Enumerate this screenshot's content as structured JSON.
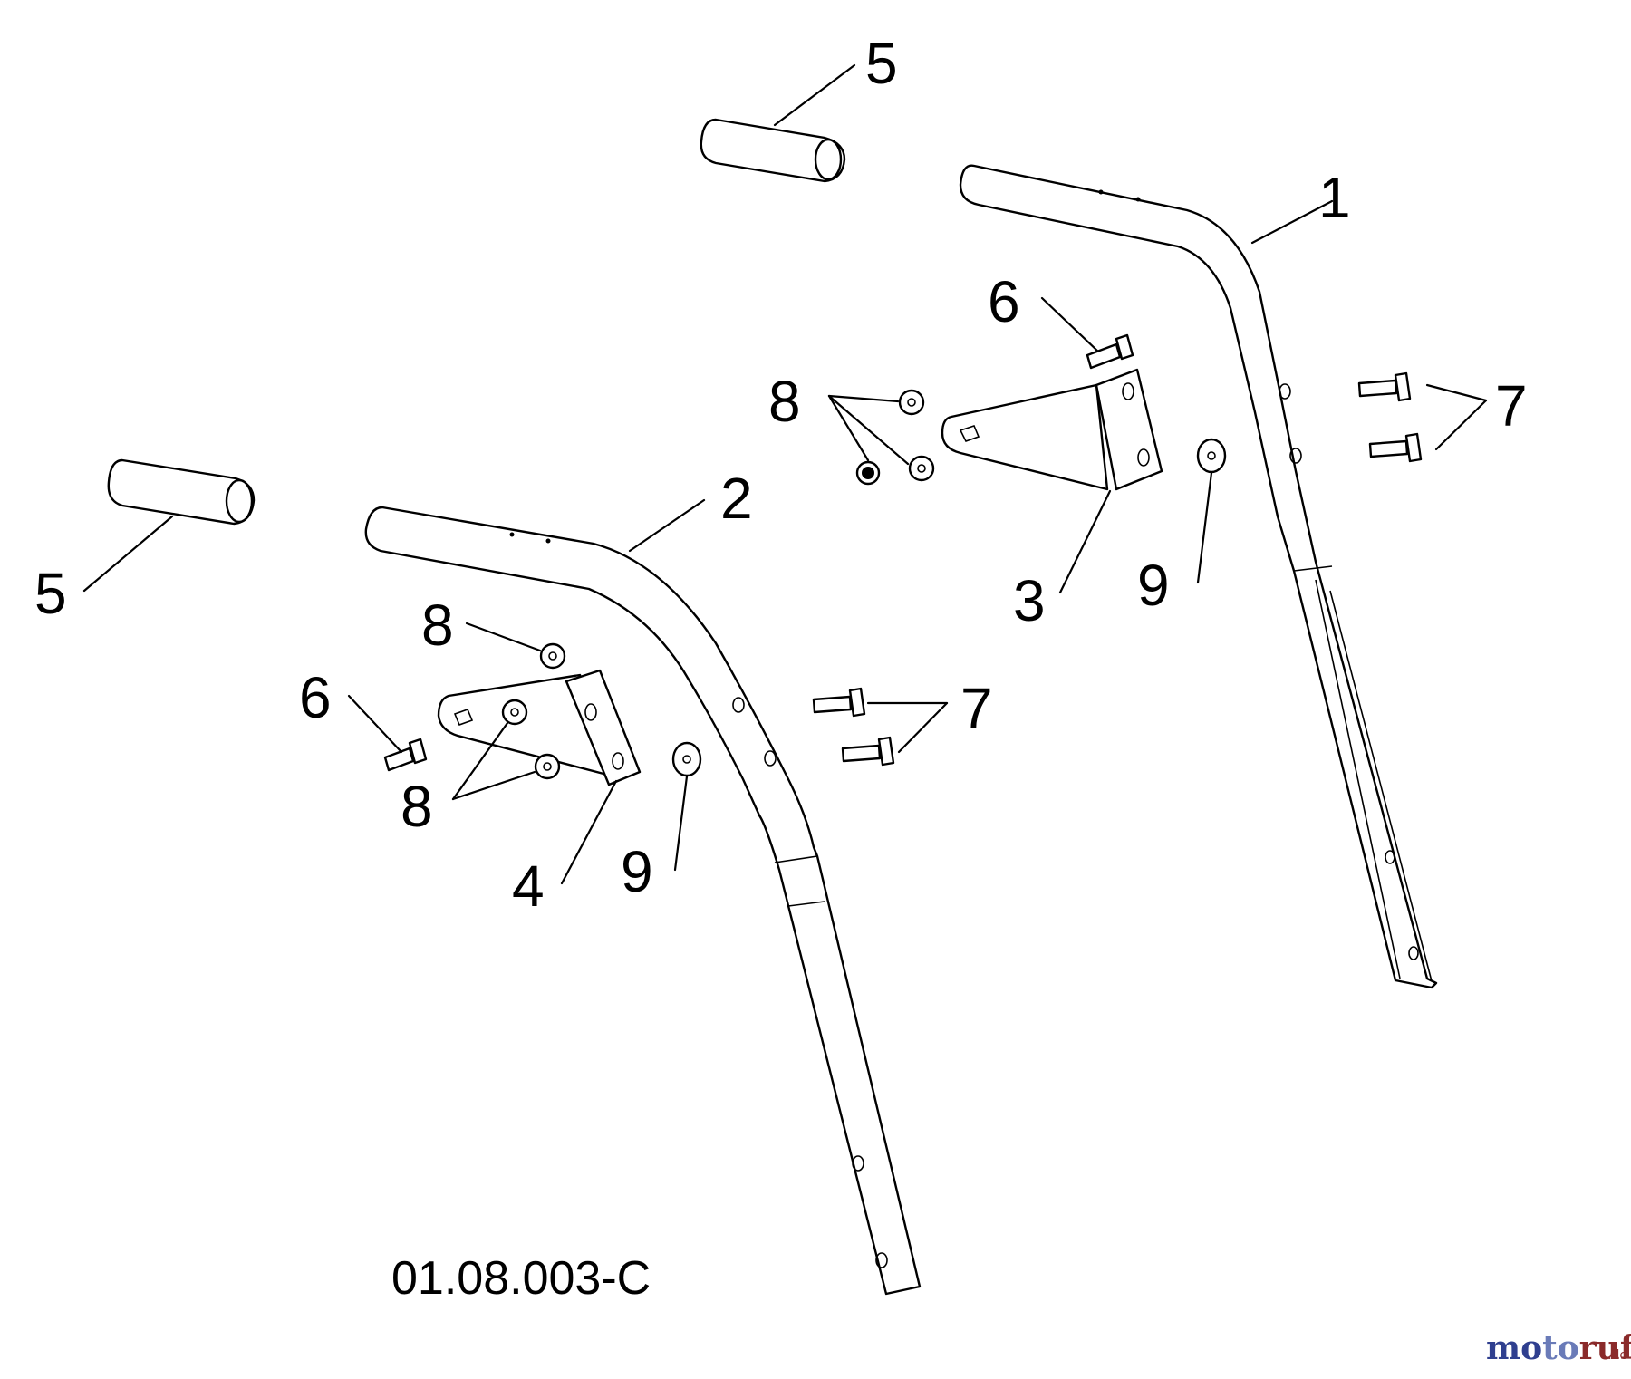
{
  "diagram": {
    "labels": {
      "upper_handle": "1",
      "lower_handle": "2",
      "bracket_right": "3",
      "bracket_left": "4",
      "grip_top": "5",
      "grip_left": "5",
      "bolt_right": "6",
      "bolt_left": "6",
      "washers_right": "8",
      "washer_left_top": "8",
      "washers_left_bottom": "8",
      "bolts_right": "7",
      "bolts_left": "7",
      "washer_right": "9",
      "washer_left": "9"
    },
    "drawing_code": "01.08.003-C"
  },
  "watermark": {
    "name": "motoruf",
    "suffix": ".de",
    "colors": {
      "mo": "#2f3f8f",
      "to": "#6a7bb8",
      "ruf": "#8a2a2a"
    }
  }
}
